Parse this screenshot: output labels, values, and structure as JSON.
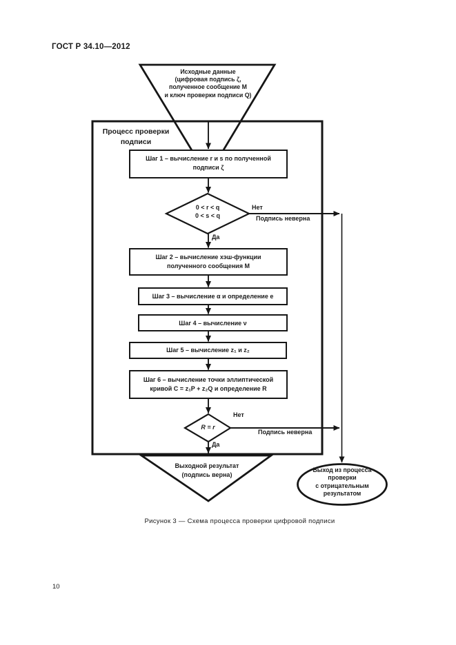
{
  "page": {
    "header": "ГОСТ Р 34.10—2012",
    "figure_caption": "Рисунок 3 — Схема процесса проверки цифровой подписи",
    "page_number": "10"
  },
  "flowchart": {
    "input": {
      "lines": [
        "Исходные данные",
        "(цифровая подпись ζ,",
        "полученное сообщение М",
        "и ключ проверки подписи Q)"
      ]
    },
    "process": {
      "label_lines": [
        "Процесс проверки",
        "подписи"
      ]
    },
    "steps": [
      {
        "lines": [
          "Шаг 1 – вычисление r и s по полученной",
          "подписи ζ"
        ]
      },
      {
        "lines": [
          "Шаг 2 – вычисление хэш-функции",
          "полученного сообщения М"
        ]
      },
      {
        "lines": [
          "Шаг 3 – вычисление α и определение е"
        ]
      },
      {
        "lines": [
          "Шаг 4 – вычисление ν"
        ]
      },
      {
        "lines": [
          "Шаг 5 – вычисление z₁ и z₂"
        ]
      },
      {
        "lines": [
          "Шаг 6 – вычисление точки эллиптической",
          "кривой С = z₁P + z₂Q и определение R"
        ]
      }
    ],
    "decisions": [
      {
        "line1": "0 < r < q",
        "line2": "0 < s < q",
        "no_label": "Нет",
        "yes_label": "Да",
        "no_result": "Подпись неверна"
      },
      {
        "line1": "R = r",
        "no_label": "Нет",
        "yes_label": "Да",
        "no_result": "Подпись неверна"
      }
    ],
    "output": {
      "lines": [
        "Выходной результат",
        "(подпись верна)"
      ]
    },
    "exit": {
      "lines": [
        "Выход из процесса",
        "проверки",
        "с отрицательным",
        "результатом"
      ]
    }
  }
}
